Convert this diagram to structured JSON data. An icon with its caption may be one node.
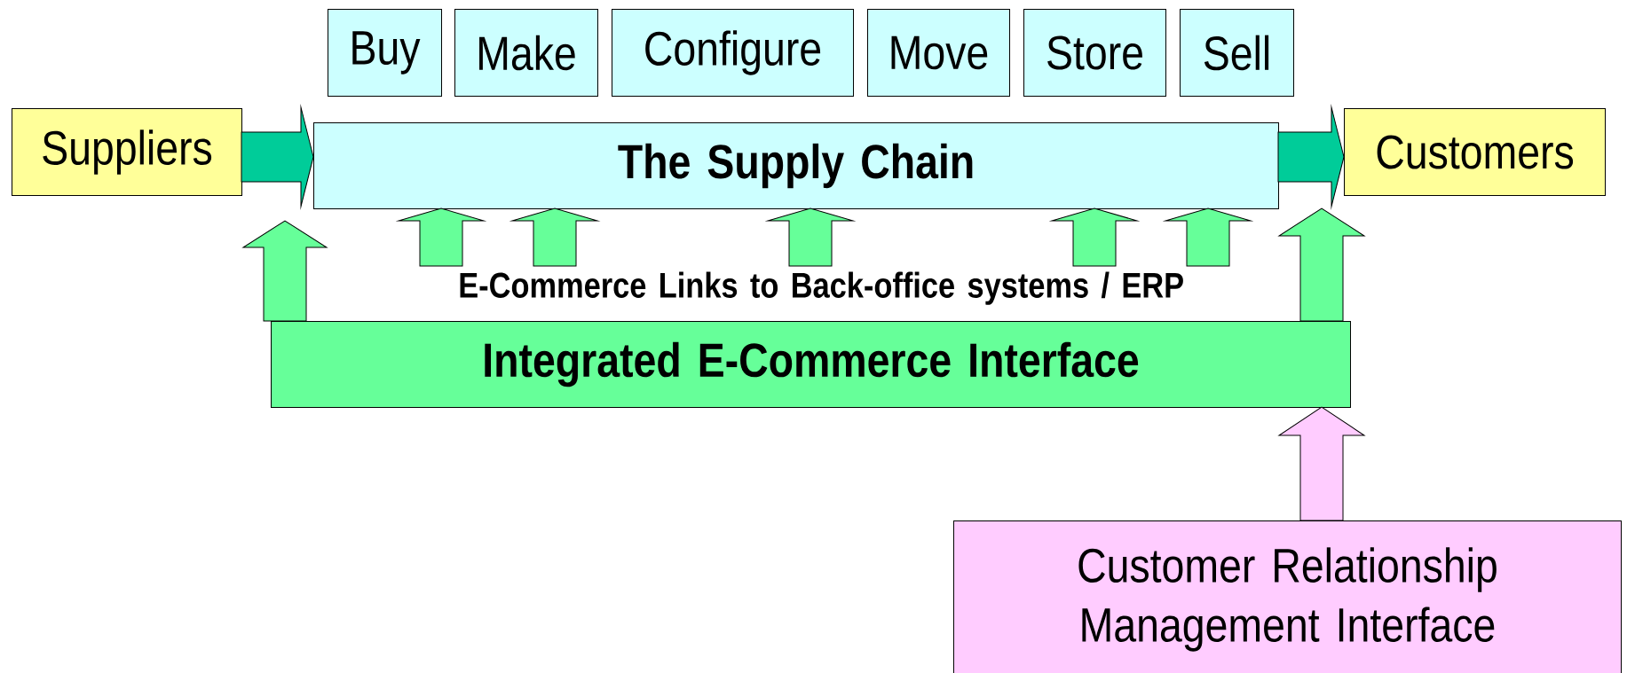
{
  "diagram": {
    "nodes": [
      {
        "text": [
          "Buy"
        ]
      },
      {
        "text": [
          "Make"
        ]
      },
      {
        "text": [
          "Configure"
        ]
      },
      {
        "text": [
          "Move"
        ]
      },
      {
        "text": [
          "Store"
        ]
      },
      {
        "text": [
          "Sell"
        ]
      },
      {
        "text": [
          "Suppliers"
        ]
      },
      {
        "text": [
          "The Supply Chain"
        ]
      },
      {
        "text": [
          "Customers"
        ]
      },
      {
        "text": [
          "E-Commerce Links to Back-office systems / ERP"
        ]
      },
      {
        "text": [
          "Integrated E-Commerce Interface"
        ]
      },
      {
        "text": [
          "Customer Relationship Management Interface"
        ]
      }
    ],
    "edges": [
      {
        "from": 6,
        "to": 7,
        "arrow": "to",
        "color": "#00cc99"
      },
      {
        "from": 7,
        "to": 8,
        "arrow": "to",
        "color": "#00cc99"
      },
      {
        "from": 9,
        "to": 7,
        "arrow": "to"
      },
      {
        "from": 9,
        "to": 7,
        "arrow": "to"
      },
      {
        "from": 9,
        "to": 7,
        "arrow": "to"
      },
      {
        "from": 9,
        "to": 7,
        "arrow": "to"
      },
      {
        "from": 9,
        "to": 7,
        "arrow": "to"
      },
      {
        "from": 10,
        "to": null,
        "arrow": "to"
      },
      {
        "from": 10,
        "to": null,
        "arrow": "to"
      },
      {
        "from": 11,
        "to": 10,
        "arrow": "to",
        "color": "#ffccff"
      }
    ]
  }
}
